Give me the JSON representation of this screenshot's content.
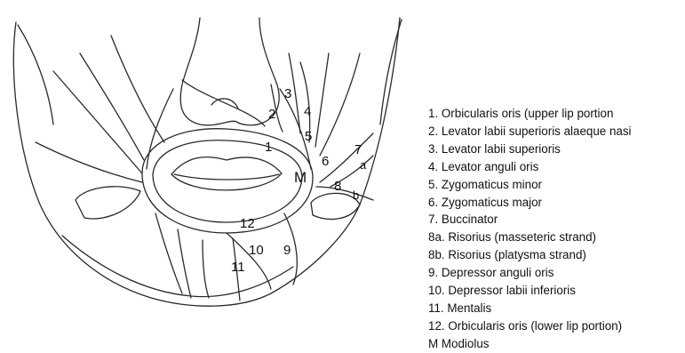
{
  "diagram": {
    "markers": [
      "1",
      "2",
      "3",
      "4",
      "5",
      "6",
      "7",
      "a",
      "8",
      "b",
      "M",
      "12",
      "10",
      "9",
      "11"
    ]
  },
  "legend": [
    "1. Orbicularis oris (upper lip portion",
    "2. Levator labii superioris alaeque nasi",
    "3. Levator labii superioris",
    "4. Levator anguli oris",
    "5. Zygomaticus minor",
    "6. Zygomaticus major",
    "7. Buccinator",
    "8a. Risorius (masseteric strand)",
    "8b. Risorius (platysma strand)",
    "9. Depressor anguli oris",
    "10. Depressor labii inferioris",
    "11. Mentalis",
    "12. Orbicularis oris (lower lip portion)",
    "M  Modiolus"
  ]
}
